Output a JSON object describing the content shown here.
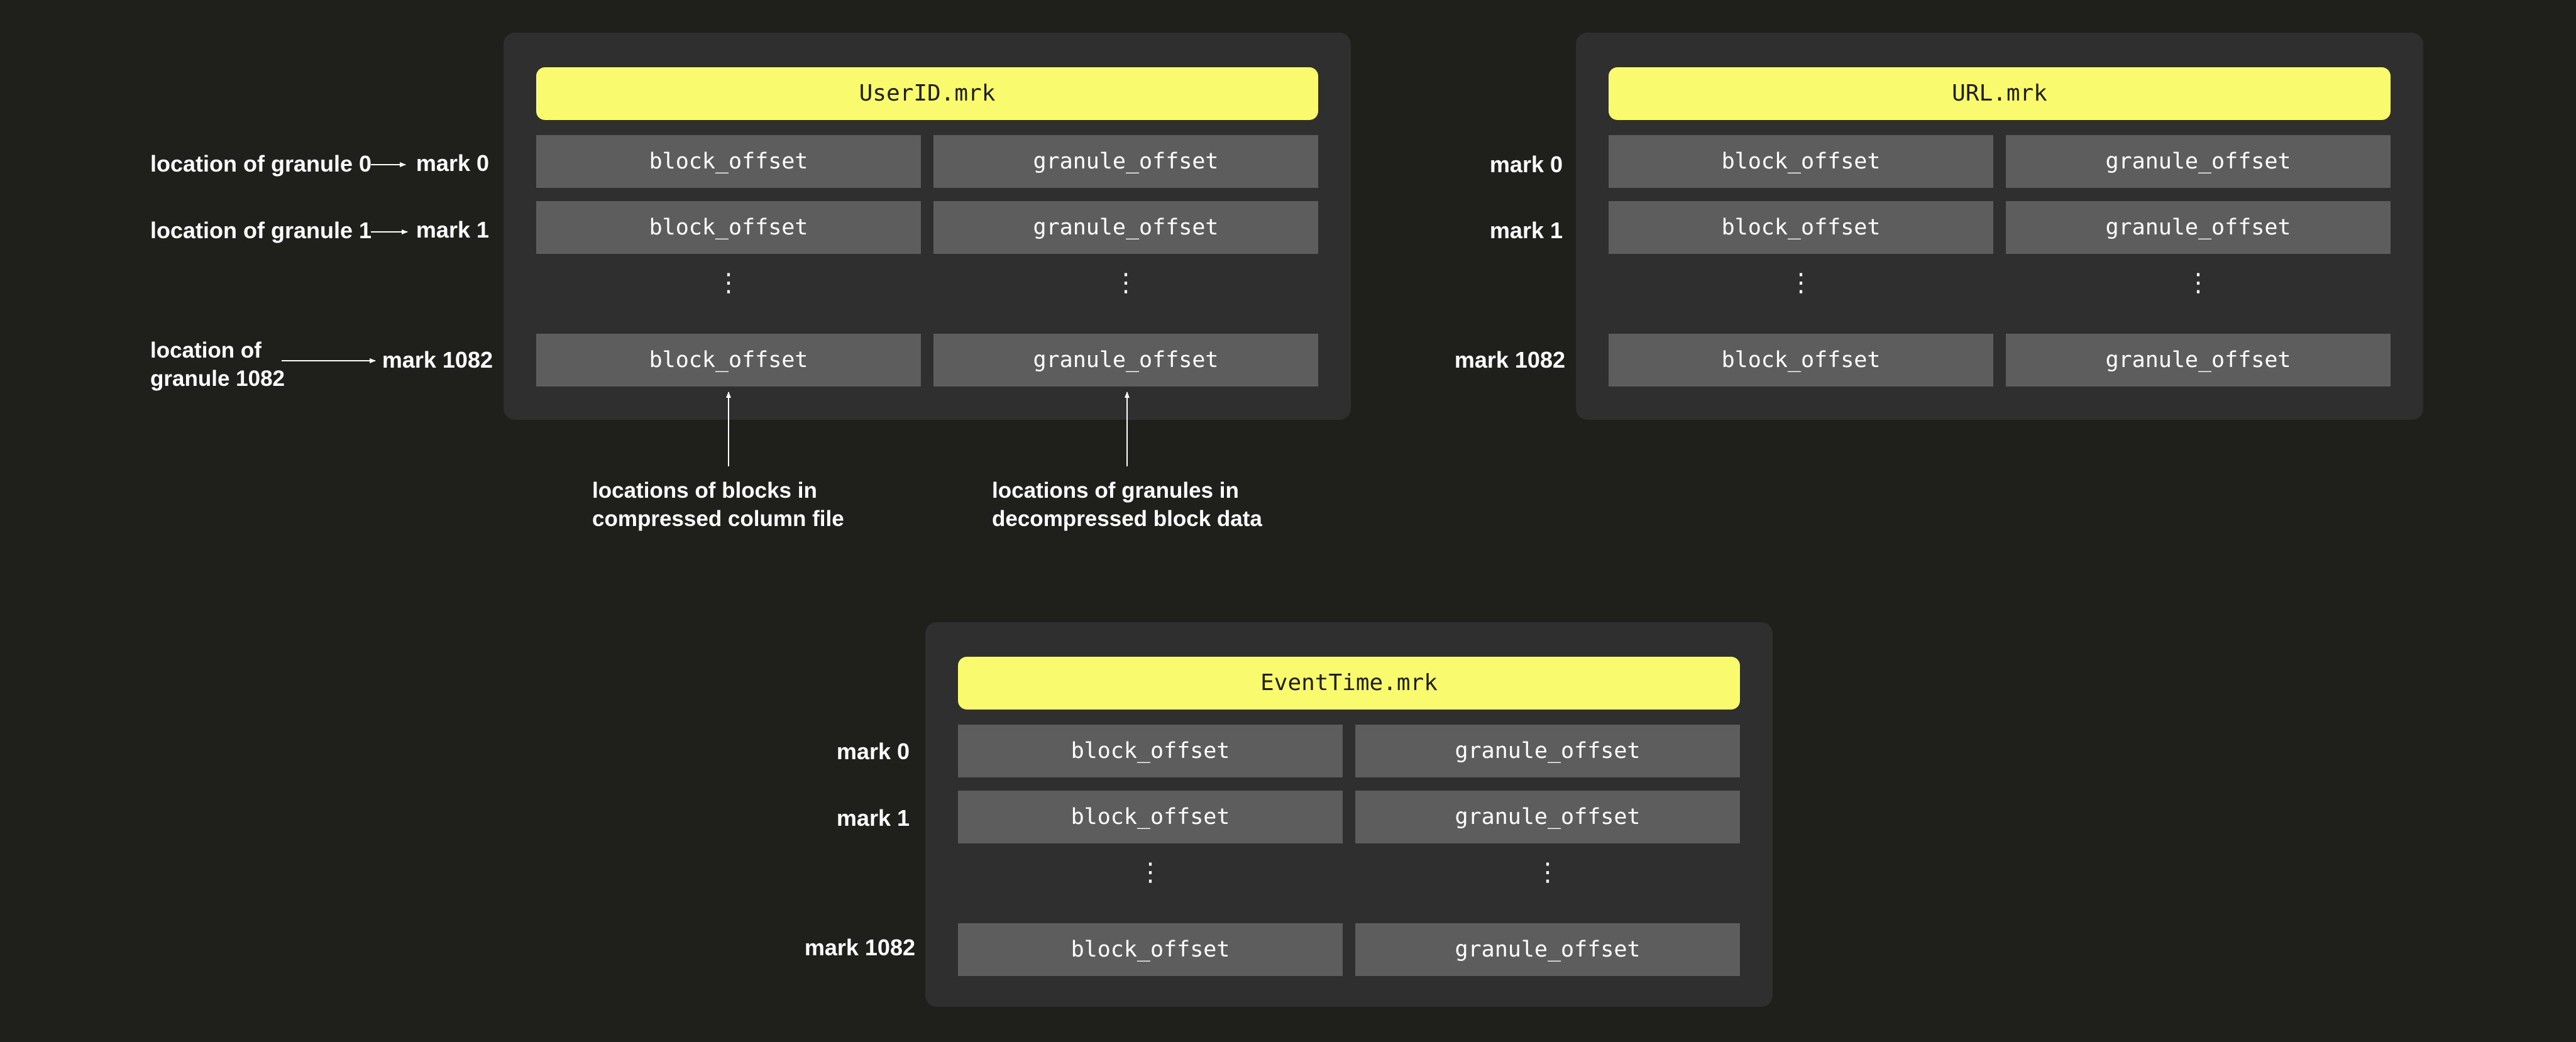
{
  "files": [
    {
      "name": "UserID.mrk",
      "rows": [
        {
          "mark": "mark 0",
          "block": "block_offset",
          "granule": "granule_offset"
        },
        {
          "mark": "mark 1",
          "block": "block_offset",
          "granule": "granule_offset"
        },
        {
          "mark": "mark 1082",
          "block": "block_offset",
          "granule": "granule_offset"
        }
      ],
      "ellipsis": "⋮"
    },
    {
      "name": "URL.mrk",
      "rows": [
        {
          "mark": "mark 0",
          "block": "block_offset",
          "granule": "granule_offset"
        },
        {
          "mark": "mark 1",
          "block": "block_offset",
          "granule": "granule_offset"
        },
        {
          "mark": "mark 1082",
          "block": "block_offset",
          "granule": "granule_offset"
        }
      ],
      "ellipsis": "⋮"
    },
    {
      "name": "EventTime.mrk",
      "rows": [
        {
          "mark": "mark 0",
          "block": "block_offset",
          "granule": "granule_offset"
        },
        {
          "mark": "mark 1",
          "block": "block_offset",
          "granule": "granule_offset"
        },
        {
          "mark": "mark 1082",
          "block": "block_offset",
          "granule": "granule_offset"
        }
      ],
      "ellipsis": "⋮"
    }
  ],
  "granule_locations": [
    "location of granule 0",
    "location of granule 1",
    "location of\ngranule 1082"
  ],
  "annotations": {
    "blocks": "locations of blocks in\ncompressed column file",
    "granules": "locations of granules in\ndecompressed block data"
  },
  "colors": {
    "background": "#1f1f1c",
    "panel": "#2f2f2f",
    "header": "#fafa6e",
    "cell": "#5d5d5d",
    "text": "#ffffff"
  }
}
